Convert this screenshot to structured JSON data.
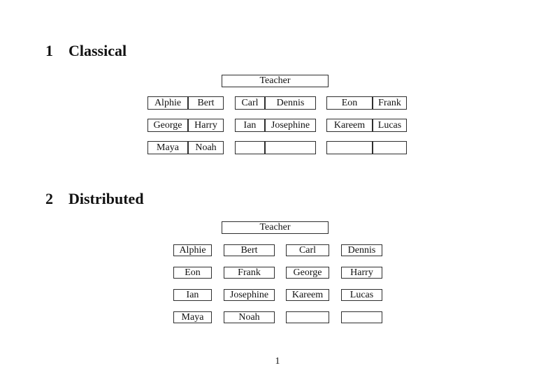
{
  "document": {
    "background": "#ffffff",
    "text_color": "#111111",
    "border_color": "#2e2e2e",
    "page_number": "1"
  },
  "sections": [
    {
      "number": "1",
      "title": "Classical",
      "teacher_label": "Teacher",
      "layout": "paired-desks",
      "rows": [
        {
          "desks": [
            {
              "cells": [
                "Alphie",
                "Bert"
              ]
            },
            {
              "cells": [
                "Carl",
                "Dennis"
              ]
            },
            {
              "cells": [
                "Eon",
                "Frank"
              ]
            }
          ]
        },
        {
          "desks": [
            {
              "cells": [
                "George",
                "Harry"
              ]
            },
            {
              "cells": [
                "Ian",
                "Josephine"
              ]
            },
            {
              "cells": [
                "Kareem",
                "Lucas"
              ]
            }
          ]
        },
        {
          "desks": [
            {
              "cells": [
                "Maya",
                "Noah"
              ]
            },
            {
              "cells": [
                "",
                ""
              ]
            },
            {
              "cells": [
                "",
                ""
              ]
            }
          ]
        }
      ]
    },
    {
      "number": "2",
      "title": "Distributed",
      "teacher_label": "Teacher",
      "layout": "single-desks",
      "rows": [
        {
          "desks": [
            {
              "cells": [
                "Alphie"
              ]
            },
            {
              "cells": [
                "Bert"
              ]
            },
            {
              "cells": [
                "Carl"
              ]
            },
            {
              "cells": [
                "Dennis"
              ]
            }
          ]
        },
        {
          "desks": [
            {
              "cells": [
                "Eon"
              ]
            },
            {
              "cells": [
                "Frank"
              ]
            },
            {
              "cells": [
                "George"
              ]
            },
            {
              "cells": [
                "Harry"
              ]
            }
          ]
        },
        {
          "desks": [
            {
              "cells": [
                "Ian"
              ]
            },
            {
              "cells": [
                "Josephine"
              ]
            },
            {
              "cells": [
                "Kareem"
              ]
            },
            {
              "cells": [
                "Lucas"
              ]
            }
          ]
        },
        {
          "desks": [
            {
              "cells": [
                "Maya"
              ]
            },
            {
              "cells": [
                "Noah"
              ]
            },
            {
              "cells": [
                ""
              ]
            },
            {
              "cells": [
                ""
              ]
            }
          ]
        }
      ]
    }
  ]
}
